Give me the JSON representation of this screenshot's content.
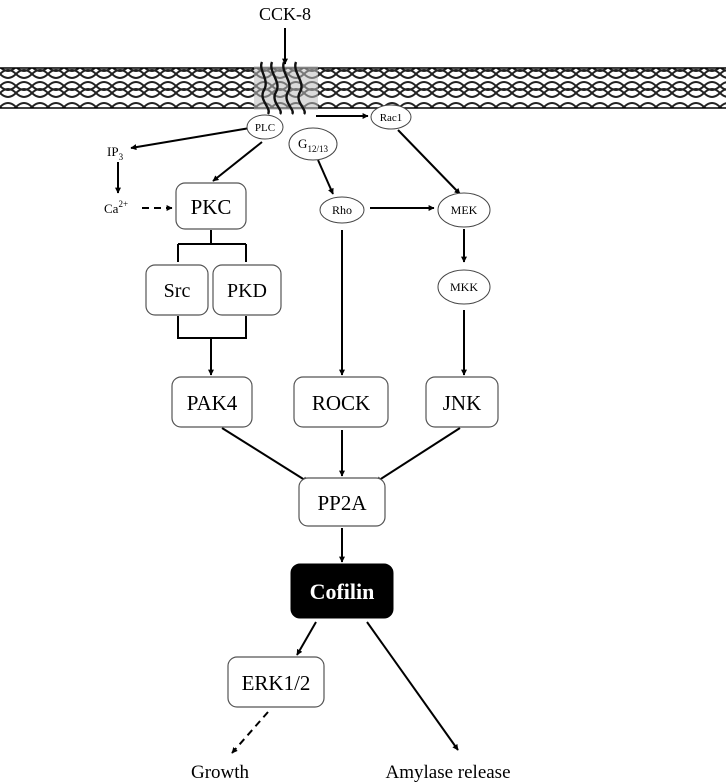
{
  "ligand": "CCK-8",
  "nodes": {
    "plc": "PLC",
    "rac1": "Rac1",
    "g1213": {
      "base": "G",
      "sub": "12/13"
    },
    "ip3": {
      "base": "IP",
      "sub": "3"
    },
    "ca": {
      "base": "Ca",
      "sup": "2+"
    },
    "pkc": "PKC",
    "rho": "Rho",
    "mek": "MEK",
    "mkk": "MKK",
    "src": "Src",
    "pkd": "PKD",
    "pak4": "PAK4",
    "rock": "ROCK",
    "jnk": "JNK",
    "pp2a": "PP2A",
    "cofilin": "Cofilin",
    "erk": "ERK1/2",
    "growth": "Growth",
    "amylase": "Amylase release"
  },
  "colors": {
    "cofilin_fill": "#000000",
    "cofilin_text": "#ffffff"
  }
}
